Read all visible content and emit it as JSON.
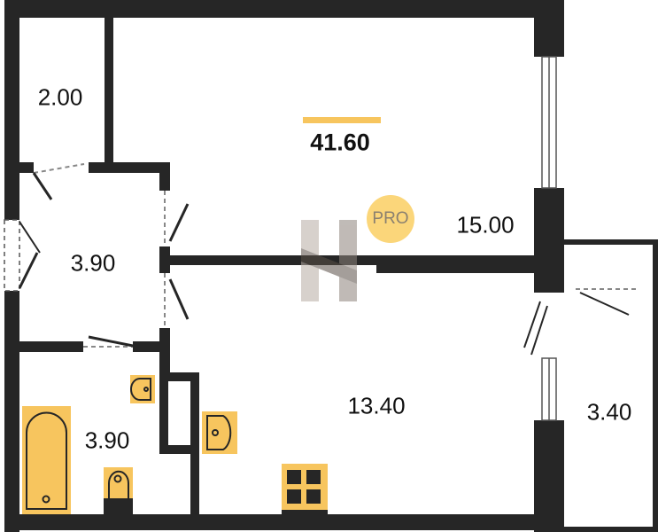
{
  "plan": {
    "total_area": "41.60",
    "badge": "PRO",
    "rooms": {
      "storage": "2.00",
      "living_room": "15.00",
      "hallway": "3.90",
      "kitchen": "13.40",
      "balcony": "3.40",
      "bathroom": "3.90"
    }
  },
  "colors": {
    "wall": "#262626",
    "fixture": "#F7C55E",
    "accent_bar": "#F7C55E",
    "badge": "#FBD67A"
  }
}
